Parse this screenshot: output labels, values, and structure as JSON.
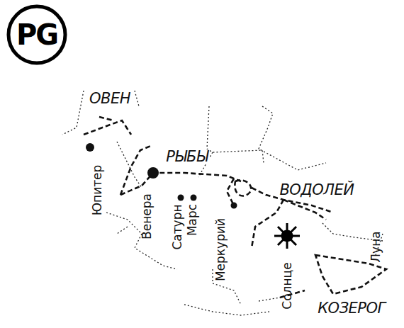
{
  "diagram": {
    "nodes": [
      {
        "text": [
          "PG"
        ]
      }
    ],
    "labels": [
      "ОВЕН",
      "РЫБЫ",
      "ВОДОЛЕЙ",
      "КОЗЕРОГ",
      "Юпитер",
      "Венера",
      "Сатурн",
      "Марс",
      "Меркурий",
      "Солнце",
      "Луна"
    ]
  }
}
